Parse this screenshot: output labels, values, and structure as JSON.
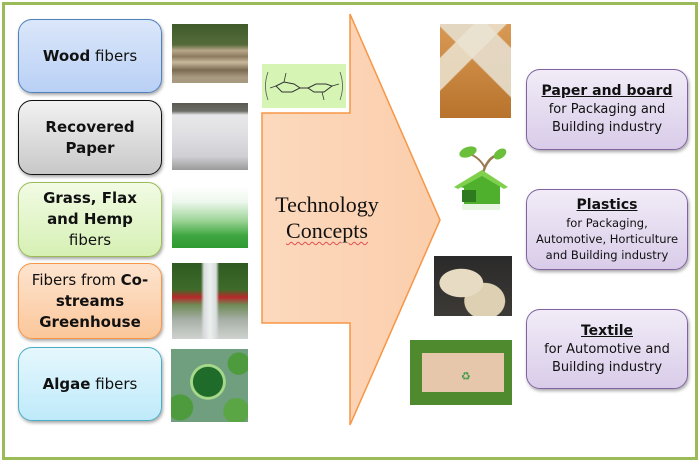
{
  "colors": {
    "frame": "#9bbb59",
    "arrow_fill": "#fbd4b4",
    "arrow_stroke": "#f79646",
    "output_border": "#8064a2"
  },
  "sources": [
    {
      "bold": "Wood",
      "rest": " fibers",
      "photo": "wood-logs-photo"
    },
    {
      "bold": "Recovered Paper",
      "rest": "",
      "photo": "recovered-paper-bales-photo"
    },
    {
      "bold": "Grass, Flax and Hemp",
      "rest": " fibers",
      "photo": "grass-photo"
    },
    {
      "pre": "Fibers from ",
      "bold": "Co-streams Greenhouse",
      "rest": "",
      "photo": "greenhouse-photo"
    },
    {
      "bold": "Algae",
      "rest": " fibers",
      "photo": "algae-photo"
    }
  ],
  "center": {
    "line1": "Technology",
    "line2": "Concepts",
    "molecule_icon": "cellulose-structure-icon"
  },
  "outputs": [
    {
      "title": "Paper and board",
      "desc": "for Packaging and Building industry",
      "photo": "molded-trays-photo"
    },
    {
      "title": "Plastics",
      "desc": "for Packaging, Automotive, Horticulture and Building industry",
      "photo": "green-house-icon"
    },
    {
      "title": "Textile",
      "desc": "for Automotive and Building industry",
      "photo": "car-seat-photo"
    }
  ],
  "extra_photo": "cardboard-box-photo"
}
